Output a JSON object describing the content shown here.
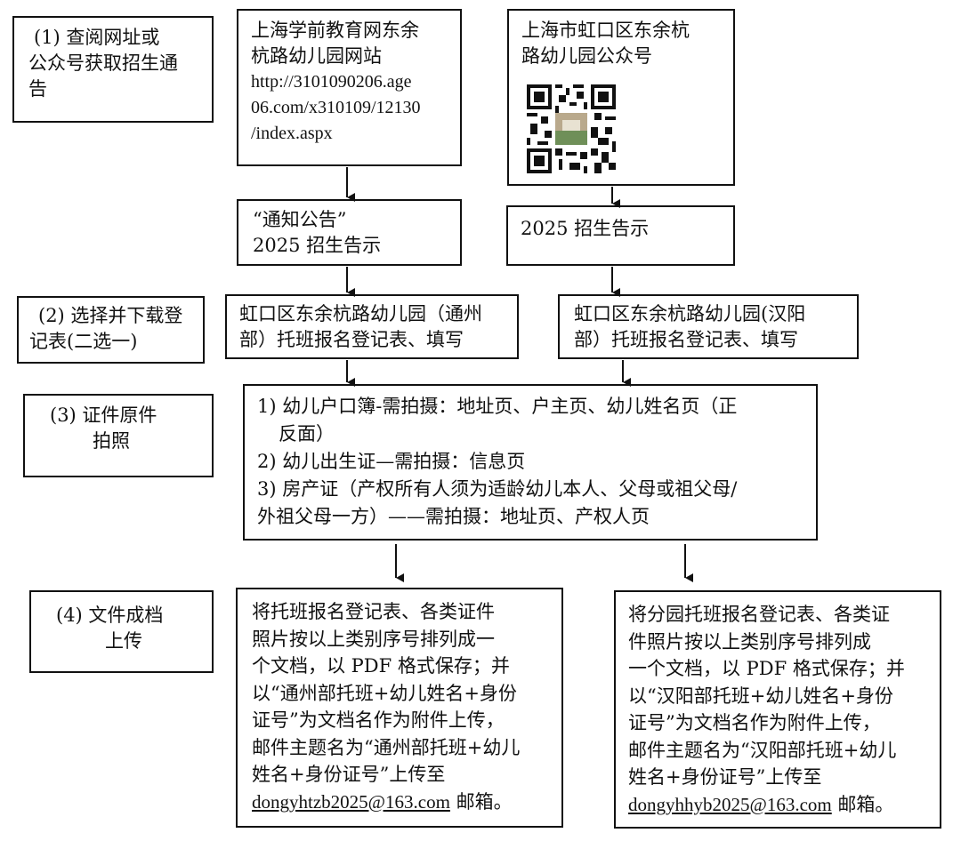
{
  "steps": [
    {
      "label_lines": [
        "(1)  查阅网址或",
        "公众号获取招生通",
        "告"
      ]
    },
    {
      "label_lines": [
        "(2) 选择并下载登",
        "记表(二选一)"
      ]
    },
    {
      "label_lines": [
        "(3)  证件原件",
        "拍照"
      ]
    },
    {
      "label_lines": [
        "(4)  文件成档",
        "上传"
      ]
    }
  ],
  "website": {
    "title_lines": [
      "上海学前教育网东余",
      "杭路幼儿园网站"
    ],
    "url_lines": [
      "http://3101090206.age",
      "06.com/x310109/12130",
      "/index.aspx"
    ]
  },
  "wechat": {
    "title_lines": [
      "上海市虹口区东余杭",
      "路幼儿园公众号"
    ],
    "qr_icon": "qr-code-icon"
  },
  "notice_left": {
    "lines": [
      "“通知公告”",
      "2025 招生告示"
    ]
  },
  "notice_right": {
    "text": "2025 招生告示"
  },
  "form_left": {
    "lines": [
      "虹口区东余杭路幼儿园（通州",
      "部）托班报名登记表、填写"
    ]
  },
  "form_right": {
    "lines": [
      "虹口区东余杭路幼儿园(汉阳",
      "部）托班报名登记表、填写"
    ]
  },
  "documents": {
    "lines": [
      "1)   幼儿户口簿-需拍摄：地址页、户主页、幼儿姓名页（正",
      "反面）",
      "2)  幼儿出生证—需拍摄：信息页",
      "3)  房产证（产权所有人须为适龄幼儿本人、父母或祖父母/",
      "外祖父母一方）——需拍摄：地址页、产权人页"
    ]
  },
  "upload_left": {
    "lines": [
      "将托班报名登记表、各类证件",
      "照片按以上类别序号排列成一",
      "个文档，以 PDF 格式保存；并",
      "以“通州部托班+幼儿姓名+身份",
      "证号”为文档名作为附件上传，",
      "邮件主题名为“通州部托班+幼儿",
      "姓名+身份证号”上传至"
    ],
    "email": "dongyhtzb2025@163.com",
    "email_suffix": " 邮箱。"
  },
  "upload_right": {
    "lines": [
      "将分园托班报名登记表、各类证",
      "件照片按以上类别序号排列成",
      "一个文档，以 PDF 格式保存；并",
      "以“汉阳部托班+幼儿姓名+身份",
      "证号”为文档名作为附件上传，",
      "邮件主题名为“汉阳部托班+幼儿",
      "姓名+身份证号”上传至"
    ],
    "email": "dongyhhyb2025@163.com",
    "email_suffix": " 邮箱。"
  }
}
